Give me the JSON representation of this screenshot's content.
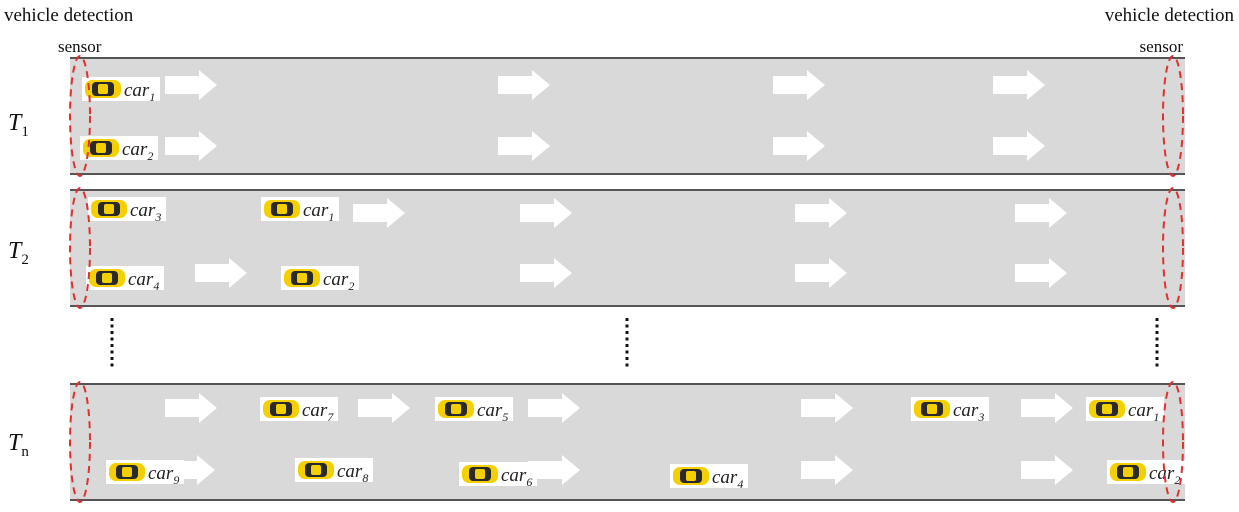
{
  "sensors": {
    "left": {
      "line1": "vehicle detection",
      "line2": "sensor"
    },
    "right": {
      "line1": "vehicle detection",
      "line2": "sensor"
    }
  },
  "panels": [
    {
      "label": "T",
      "sub": "1",
      "cars": [
        {
          "name": "car",
          "index": "1"
        },
        {
          "name": "car",
          "index": "2"
        }
      ]
    },
    {
      "label": "T",
      "sub": "2",
      "cars": [
        {
          "name": "car",
          "index": "3"
        },
        {
          "name": "car",
          "index": "1"
        },
        {
          "name": "car",
          "index": "4"
        },
        {
          "name": "car",
          "index": "2"
        }
      ]
    },
    {
      "label": "T",
      "sub": "n",
      "cars": [
        {
          "name": "car",
          "index": "7"
        },
        {
          "name": "car",
          "index": "5"
        },
        {
          "name": "car",
          "index": "3"
        },
        {
          "name": "car",
          "index": "1"
        },
        {
          "name": "car",
          "index": "9"
        },
        {
          "name": "car",
          "index": "8"
        },
        {
          "name": "car",
          "index": "6"
        },
        {
          "name": "car",
          "index": "4"
        },
        {
          "name": "car",
          "index": "2"
        }
      ]
    }
  ],
  "colors": {
    "road": "#d9d9d9",
    "road_edge": "#555555",
    "arrow": "#ffffff",
    "car_body": "#f5d000",
    "sensor_ellipse": "#e03030"
  }
}
